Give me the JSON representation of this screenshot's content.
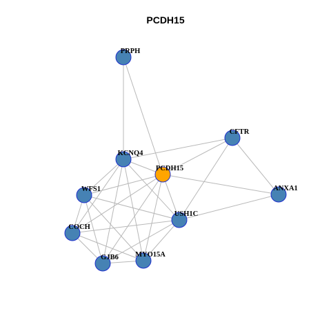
{
  "title": "PCDH15",
  "colors": {
    "default_node": "#4682B4",
    "focus_node": "#FFA500",
    "node_stroke": "#1E2FCC",
    "edge": "#b8b8b8"
  },
  "nodes": [
    {
      "id": "PRPH",
      "label": "PRPH",
      "focus": false
    },
    {
      "id": "CFTR",
      "label": "CFTR",
      "focus": false
    },
    {
      "id": "KCNQ4",
      "label": "KCNQ4",
      "focus": false
    },
    {
      "id": "PCDH15",
      "label": "PCDH15",
      "focus": true
    },
    {
      "id": "WFS1",
      "label": "WFS1",
      "focus": false
    },
    {
      "id": "ANXA1",
      "label": "ANXA1",
      "focus": false
    },
    {
      "id": "USH1C",
      "label": "USH1C",
      "focus": false
    },
    {
      "id": "COCH",
      "label": "COCH",
      "focus": false
    },
    {
      "id": "MYO15A",
      "label": "MYO15A",
      "focus": false
    },
    {
      "id": "GJB6",
      "label": "GJB6",
      "focus": false
    }
  ],
  "edges": [
    [
      "PRPH",
      "KCNQ4"
    ],
    [
      "PRPH",
      "PCDH15"
    ],
    [
      "CFTR",
      "KCNQ4"
    ],
    [
      "CFTR",
      "ANXA1"
    ],
    [
      "CFTR",
      "USH1C"
    ],
    [
      "CFTR",
      "PCDH15"
    ],
    [
      "KCNQ4",
      "WFS1"
    ],
    [
      "KCNQ4",
      "COCH"
    ],
    [
      "KCNQ4",
      "GJB6"
    ],
    [
      "KCNQ4",
      "MYO15A"
    ],
    [
      "KCNQ4",
      "USH1C"
    ],
    [
      "KCNQ4",
      "PCDH15"
    ],
    [
      "PCDH15",
      "ANXA1"
    ],
    [
      "PCDH15",
      "USH1C"
    ],
    [
      "PCDH15",
      "WFS1"
    ],
    [
      "PCDH15",
      "COCH"
    ],
    [
      "PCDH15",
      "GJB6"
    ],
    [
      "PCDH15",
      "MYO15A"
    ],
    [
      "WFS1",
      "USH1C"
    ],
    [
      "WFS1",
      "COCH"
    ],
    [
      "WFS1",
      "GJB6"
    ],
    [
      "WFS1",
      "MYO15A"
    ],
    [
      "ANXA1",
      "USH1C"
    ],
    [
      "USH1C",
      "COCH"
    ],
    [
      "USH1C",
      "GJB6"
    ],
    [
      "USH1C",
      "MYO15A"
    ],
    [
      "COCH",
      "GJB6"
    ],
    [
      "COCH",
      "MYO15A"
    ],
    [
      "GJB6",
      "MYO15A"
    ]
  ]
}
